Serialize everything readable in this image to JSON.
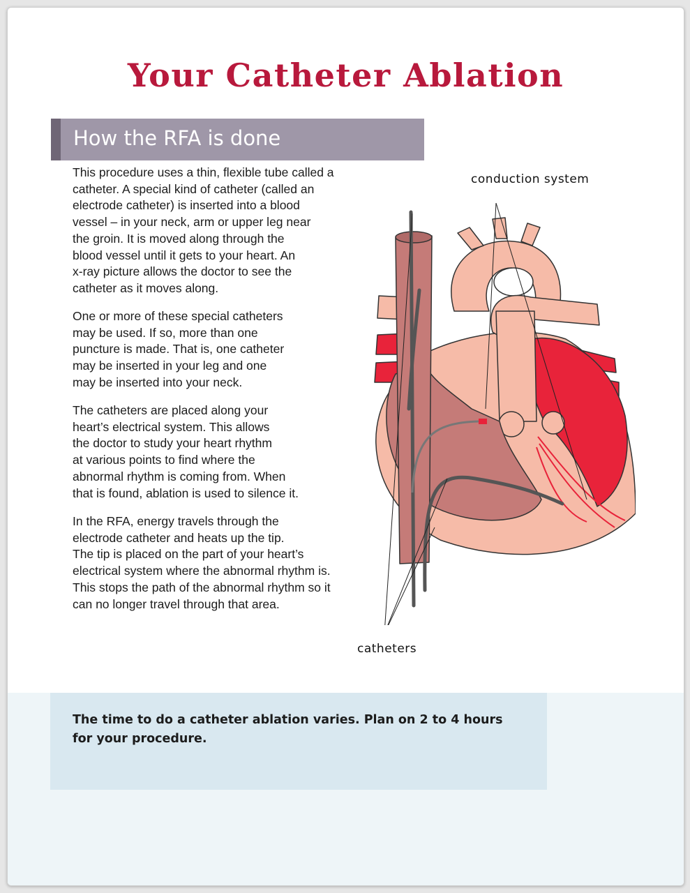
{
  "page": {
    "title": "Your Catheter Ablation",
    "section_heading": "How the RFA is done",
    "paragraphs": [
      "This procedure uses a thin, flexible tube called a\ncatheter.  A special kind of catheter (called an\nelectrode catheter) is inserted into a blood\nvessel – in your neck, arm or upper leg near\nthe groin. It is moved along through the\nblood vessel until it gets to your heart. An\nx-ray picture allows the doctor to see the\ncatheter as it moves along.",
      "One or more of these special catheters\nmay be used. If so, more than one\npuncture is made.  That is, one catheter\nmay be inserted in your leg and one\nmay be inserted into your neck.",
      "The catheters are placed along your\nheart’s electrical system.  This allows\nthe doctor to study your heart rhythm\nat various points to find where the\nabnormal rhythm is coming from. When\nthat is found, ablation is used to silence it.",
      "In the RFA, energy travels through the\nelectrode catheter and heats up the tip.\nThe tip is placed on the part of your heart’s\nelectrical system where the abnormal rhythm is.\nThis stops the path of the abnormal rhythm so it\ncan no longer travel through that area."
    ],
    "note": "The time to do a catheter ablation varies. Plan on 2 to 4 hours for your procedure."
  },
  "illustration": {
    "label_conduction": "conduction system",
    "label_catheters": "catheters"
  },
  "colors": {
    "title": "#b8193c",
    "banner": "#9f97a8",
    "banner_accent": "#6f6676",
    "note_box": "#d9e8f0",
    "heart_pink": "#f6bba8",
    "heart_red": "#e8233a",
    "heart_mauve": "#c57b78"
  }
}
